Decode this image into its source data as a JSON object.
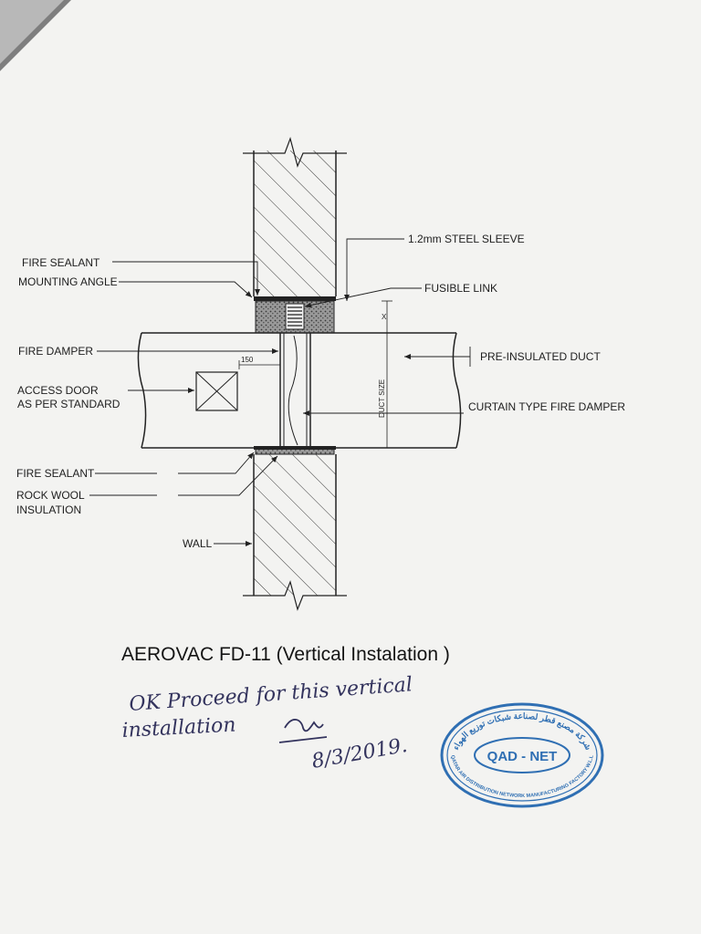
{
  "labels": {
    "fire_sealant_top": "FIRE SEALANT",
    "mounting_angle": "MOUNTING ANGLE",
    "steel_sleeve": "1.2mm  STEEL SLEEVE",
    "fusible_link": "FUSIBLE LINK",
    "fire_damper": "FIRE DAMPER",
    "dim_150": "150",
    "dim_x": "X",
    "pre_insulated_duct": "PRE-INSULATED DUCT",
    "access_door_line1": "ACCESS DOOR",
    "access_door_line2": "AS PER STANDARD",
    "duct_size": "DUCT SIZE",
    "curtain_damper": "CURTAIN TYPE FIRE DAMPER",
    "fire_sealant_bottom": "FIRE SEALANT",
    "rock_wool_line1": "ROCK WOOL",
    "rock_wool_line2": "INSULATION",
    "wall": "WALL"
  },
  "title": "AEROVAC FD-11 (Vertical Instalation )",
  "handwriting": {
    "line1": "OK Proceed for this vertical",
    "line2": "installation",
    "date": "8/3/2019."
  },
  "stamp": {
    "name": "QAD - NET",
    "arabic": "شركة مصنع قطر لصناعة شبكات توزيع الهواء",
    "english": "QATAR AIR DISTRIBUTION NETWORK MANUFACTURING FACTORY W.L.L"
  },
  "colors": {
    "ink": "#1e1e1e",
    "pen": "#33335d",
    "stamp": "#2f6fb3"
  }
}
